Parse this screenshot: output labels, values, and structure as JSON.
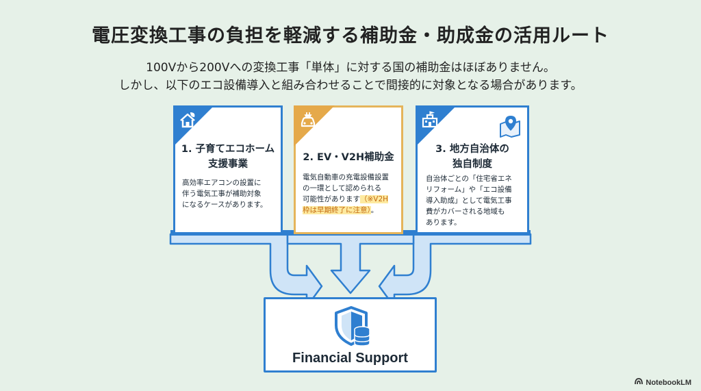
{
  "title": "電圧変換工事の負担を軽減する補助金・助成金の活用ルート",
  "subtitle": {
    "line1": "100Vから200Vへの変換工事「単体」に対する国の補助金はほぼありません。",
    "line2": "しかし、以下のエコ設備導入と組み合わせることで間接的に対象となる場合があります。"
  },
  "cards": [
    {
      "icon": "eco-house-icon",
      "title_line1": "1. 子育てエコホーム",
      "title_line2": "支援事業",
      "body": [
        "高効率エアコンの設置に",
        "伴う電気工事が補助対象",
        "になるケースがあります。"
      ]
    },
    {
      "icon": "ev-charger-icon",
      "title_line1": "2. EV・V2H補助金",
      "body": [
        "電気自動車の充電設備設置",
        "の一環として認められる",
        "可能性があります"
      ],
      "note_line1": "（※V2H",
      "note_line2": "枠は早期終了に注意）",
      "body_tail": "。"
    },
    {
      "icon": "city-hall-icon",
      "secondary_icon": "map-pin-icon",
      "title_line1": "3. 地方自治体の",
      "title_line2": "独自制度",
      "body": [
        "自治体ごとの「住宅省エネ",
        "リフォーム」や「エコ設備",
        "導入助成」として電気工事",
        "費がカバーされる地域も",
        "あります。"
      ]
    }
  ],
  "result": {
    "icon": "shield-database-icon",
    "label": "Financial Support"
  },
  "watermark": "NotebookLM",
  "colors": {
    "background": "#e6f1e8",
    "primary_blue": "#2f7fd0",
    "gold": "#e5b45a",
    "arrow_fill": "#cfe4f7",
    "highlight": "#fdeaa0",
    "highlight_text": "#c46a12"
  }
}
